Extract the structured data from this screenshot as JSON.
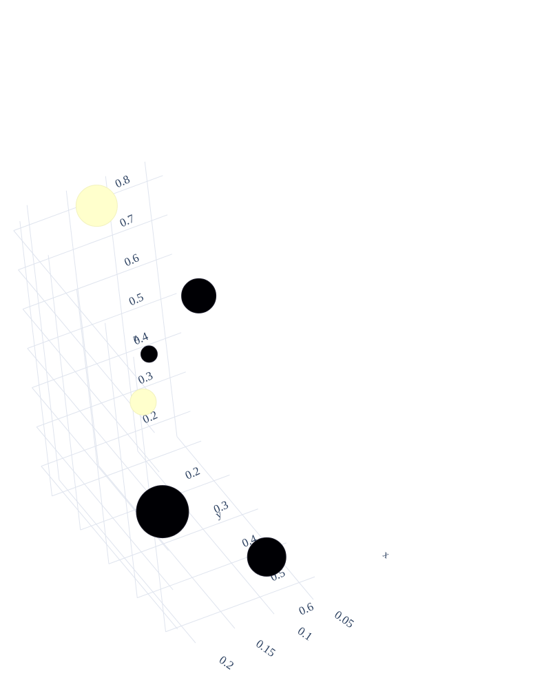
{
  "chart_data": {
    "type": "scatter3d",
    "axes": {
      "x": {
        "label": "x",
        "range": [
          0.03,
          0.22
        ],
        "ticks": [
          0.05,
          0.1,
          0.15,
          0.2
        ],
        "tick_labels": [
          "0.05",
          "0.1",
          "0.15",
          "0.2"
        ]
      },
      "y": {
        "label": "y",
        "range": [
          0.17,
          0.65
        ],
        "ticks": [
          0.2,
          0.3,
          0.4,
          0.5,
          0.6
        ],
        "tick_labels": [
          "0.2",
          "0.3",
          "0.4",
          "0.5",
          "0.6"
        ]
      },
      "z": {
        "label": "z",
        "range": [
          0.15,
          0.85
        ],
        "ticks": [
          0.2,
          0.3,
          0.4,
          0.5,
          0.6,
          0.7,
          0.8
        ],
        "tick_labels": [
          "0.2",
          "0.3",
          "0.4",
          "0.5",
          "0.6",
          "0.7",
          "0.8"
        ]
      }
    },
    "grid": true,
    "legend": "none",
    "points": [
      {
        "x": 0.13,
        "y": 0.22,
        "z": 0.84,
        "size": 30,
        "color": "#ffffcc"
      },
      {
        "x": 0.06,
        "y": 0.36,
        "z": 0.68,
        "size": 25,
        "color": "#000004"
      },
      {
        "x": 0.12,
        "y": 0.33,
        "z": 0.55,
        "size": 12,
        "color": "#000004"
      },
      {
        "x": 0.14,
        "y": 0.35,
        "z": 0.46,
        "size": 19,
        "color": "#ffffcc"
      },
      {
        "x": 0.15,
        "y": 0.41,
        "z": 0.24,
        "size": 38,
        "color": "#000004"
      },
      {
        "x": 0.08,
        "y": 0.58,
        "z": 0.22,
        "size": 28,
        "color": "#000004"
      }
    ]
  }
}
